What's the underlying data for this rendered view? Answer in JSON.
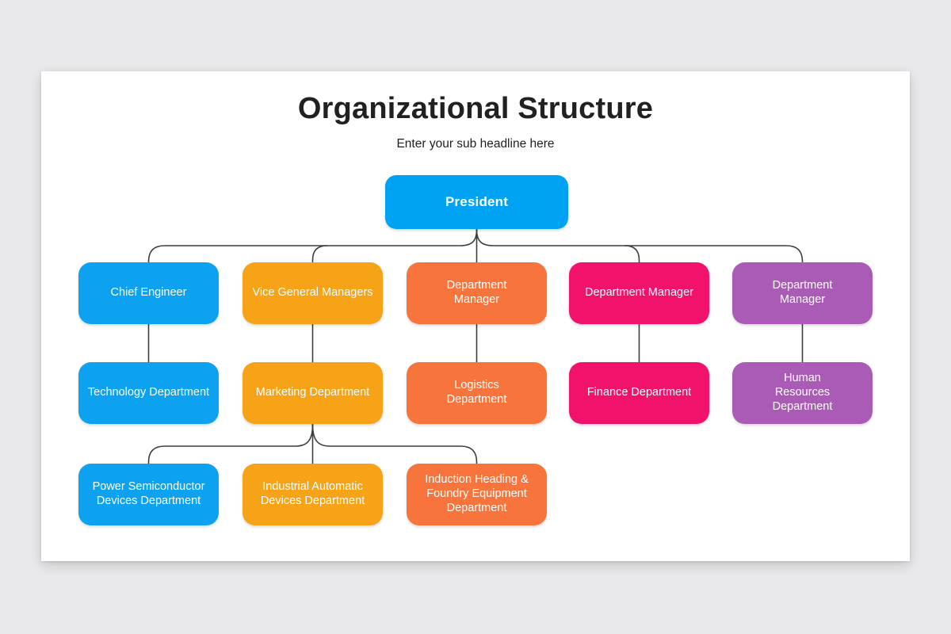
{
  "slide": {
    "title": "Organizational Structure",
    "subtitle": "Enter your sub headline here"
  },
  "colors": {
    "pageBg": "#E9E9EB",
    "slideBg": "#FFFFFF",
    "titleText": "#212121",
    "line": "#3D3D3D",
    "bluePresident": "#00A3F4",
    "blue": "#0CA2EF",
    "amber": "#F6A317",
    "orange": "#F7753D",
    "pink": "#F1136B",
    "purple": "#A95BB6"
  },
  "nodes": [
    {
      "id": "president",
      "label": "President",
      "row": 0,
      "col": 2,
      "color": "bluePresident"
    },
    {
      "id": "chief-engineer",
      "label": "Chief Engineer",
      "row": 1,
      "col": 0,
      "color": "blue"
    },
    {
      "id": "vice-general-managers",
      "label": "Vice General Managers",
      "row": 1,
      "col": 1,
      "color": "amber"
    },
    {
      "id": "department-manager-logistics",
      "label": "Department\nManager",
      "row": 1,
      "col": 2,
      "color": "orange"
    },
    {
      "id": "department-manager-finance",
      "label": "Department Manager",
      "row": 1,
      "col": 3,
      "color": "pink"
    },
    {
      "id": "department-manager-hr",
      "label": "Department\nManager",
      "row": 1,
      "col": 4,
      "color": "purple"
    },
    {
      "id": "technology-department",
      "label": "Technology Department",
      "row": 2,
      "col": 0,
      "color": "blue"
    },
    {
      "id": "marketing-department",
      "label": "Marketing Department",
      "row": 2,
      "col": 1,
      "color": "amber"
    },
    {
      "id": "logistics-department",
      "label": "Logistics\nDepartment",
      "row": 2,
      "col": 2,
      "color": "orange"
    },
    {
      "id": "finance-department",
      "label": "Finance Department",
      "row": 2,
      "col": 3,
      "color": "pink"
    },
    {
      "id": "human-resources-department",
      "label": "Human\nResources\nDepartment",
      "row": 2,
      "col": 4,
      "color": "purple"
    },
    {
      "id": "power-semiconductor-devices-department",
      "label": "Power Semiconductor\nDevices Department",
      "row": 3,
      "col": 0,
      "color": "blue"
    },
    {
      "id": "industrial-automatic-devices-department",
      "label": "Industrial Automatic\nDevices Department",
      "row": 3,
      "col": 1,
      "color": "amber"
    },
    {
      "id": "induction-heading-foundry-equipment-department",
      "label": "Induction Heading &\nFoundry Equipment\nDepartment",
      "row": 3,
      "col": 2,
      "color": "orange"
    }
  ]
}
